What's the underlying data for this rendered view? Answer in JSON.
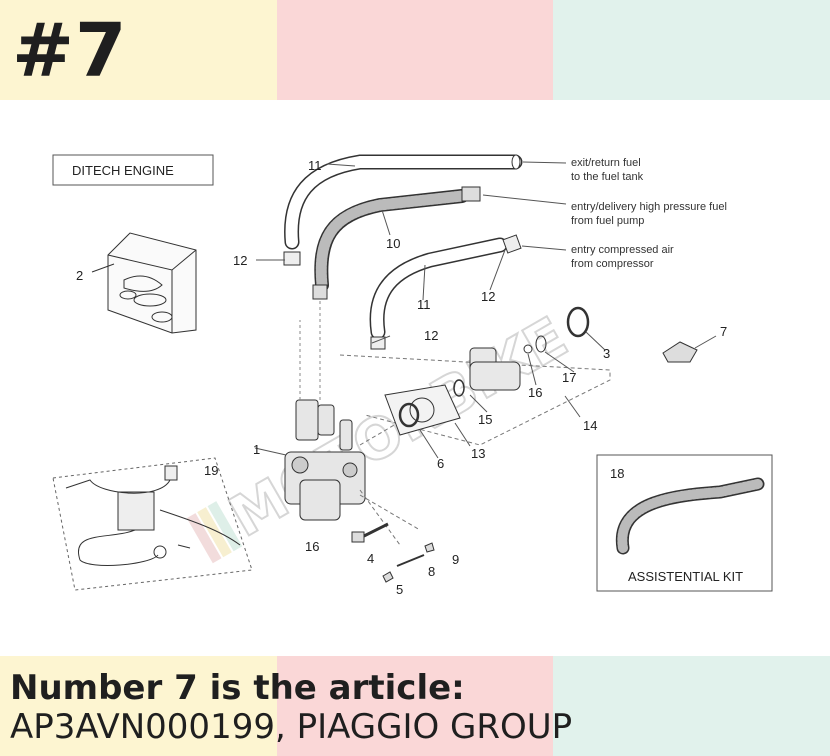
{
  "header": {
    "number_title": "#7"
  },
  "footer": {
    "line1": "Number 7 is the article:",
    "line2": "AP3AVN000199, PIAGGIO GROUP"
  },
  "diagram": {
    "engine_label": "DITECH ENGINE",
    "kit_label": "ASSISTENTIAL KIT",
    "watermark": "MOTORBIKE",
    "callouts": {
      "exit_return_line1": "exit/return fuel",
      "exit_return_line2": "to the fuel tank",
      "entry_delivery_line1": "entry/delivery high pressure fuel",
      "entry_delivery_line2": "from fuel pump",
      "entry_compressed_line1": "entry compressed air",
      "entry_compressed_line2": "from compressor"
    },
    "part_numbers": {
      "p1": "1",
      "p2": "2",
      "p3": "3",
      "p4": "4",
      "p5": "5",
      "p6": "6",
      "p7": "7",
      "p8": "8",
      "p9": "9",
      "p10": "10",
      "p11a": "11",
      "p11b": "11",
      "p12a": "12",
      "p12b": "12",
      "p12c": "12",
      "p13": "13",
      "p14": "14",
      "p15": "15",
      "p16a": "16",
      "p16b": "16",
      "p17": "17",
      "p18": "18",
      "p19": "19"
    }
  },
  "colors": {
    "yellow": "#fdf5d1",
    "pink": "#fad7d7",
    "mint": "#e1f2ec",
    "text": "#1f1f1f"
  }
}
